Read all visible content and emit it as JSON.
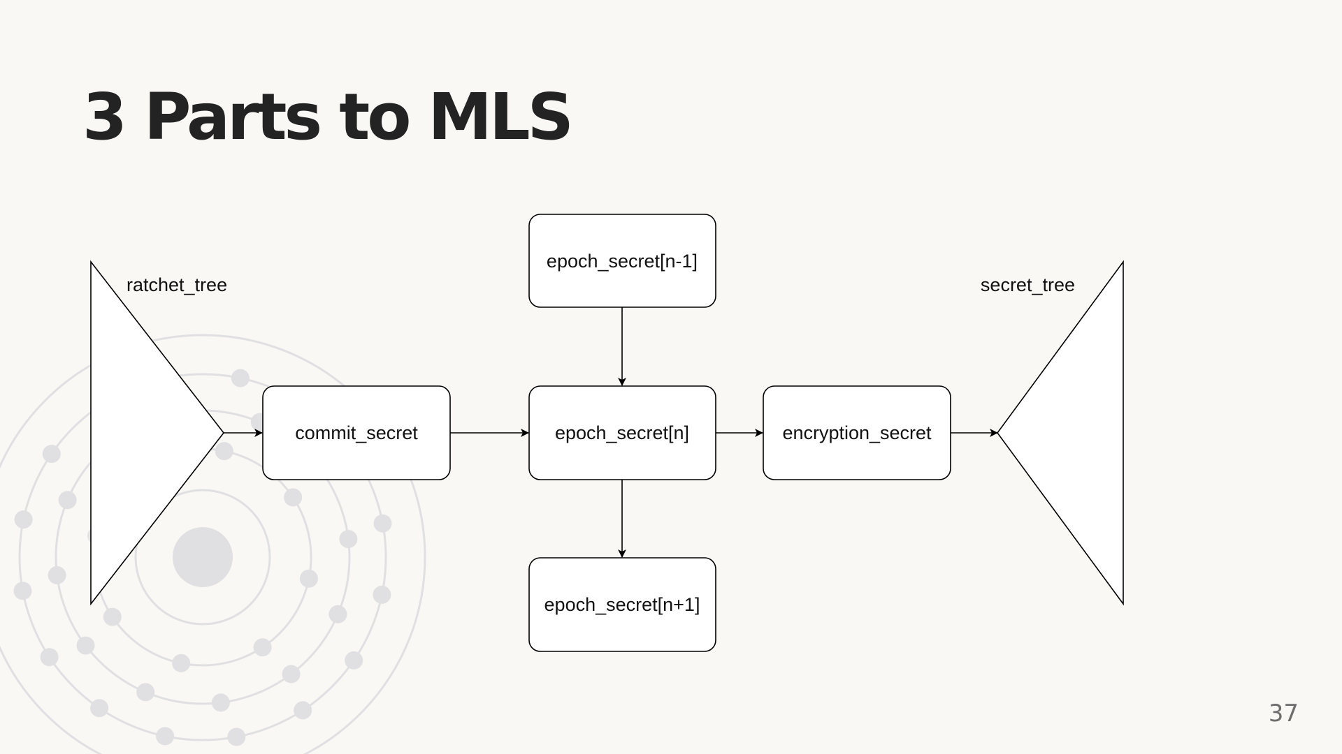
{
  "slide": {
    "title": "3 Parts to MLS",
    "page_number": "37"
  },
  "diagram": {
    "trees": {
      "left": "ratchet_tree",
      "right": "secret_tree"
    },
    "nodes": {
      "epoch_prev": "epoch_secret[n-1]",
      "commit": "commit_secret",
      "epoch_current": "epoch_secret[n]",
      "encryption": "encryption_secret",
      "epoch_next": "epoch_secret[n+1]"
    },
    "edges": [
      [
        "ratchet_tree",
        "commit_secret"
      ],
      [
        "commit_secret",
        "epoch_secret[n]"
      ],
      [
        "epoch_secret[n-1]",
        "epoch_secret[n]"
      ],
      [
        "epoch_secret[n]",
        "encryption_secret"
      ],
      [
        "epoch_secret[n]",
        "epoch_secret[n+1]"
      ],
      [
        "encryption_secret",
        "secret_tree"
      ]
    ]
  },
  "colors": {
    "background": "#f9f8f5",
    "title": "#232323",
    "decoration": "#e0e0e2"
  }
}
